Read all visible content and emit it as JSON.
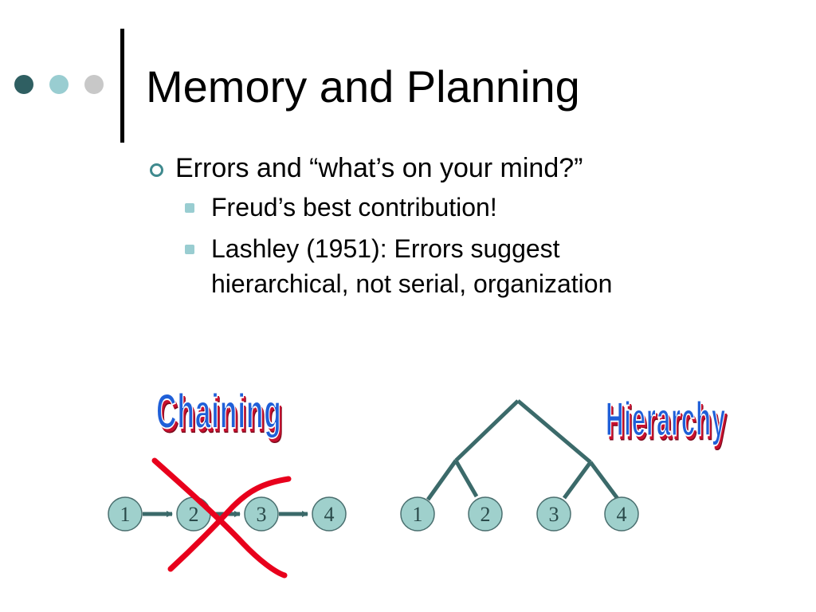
{
  "slide": {
    "title": "Memory and Planning",
    "bullets": [
      {
        "text": "Errors and “what’s on your mind?”",
        "sub": [
          "Freud’s best contribution!",
          "Lashley (1951): Errors suggest\nhierarchical, not serial, organization"
        ]
      }
    ],
    "labels": {
      "chaining": "Chaining",
      "hierarchy": "Hierarchy"
    }
  },
  "chaining_nodes": [
    "1",
    "2",
    "3",
    "4"
  ],
  "hierarchy_nodes": [
    "1",
    "2",
    "3",
    "4"
  ],
  "colors": {
    "node_fill": "#9fd0cc",
    "node_stroke": "#4a6f6f",
    "connector": "#3b6a6a",
    "cross_out": "#e8001c",
    "wordart_fill": "#1f5fd8",
    "wordart_shadow": "#c8102e",
    "dot_dark": "#2f5f62",
    "dot_mid": "#99cdd1",
    "dot_light": "#c8c8c8"
  }
}
